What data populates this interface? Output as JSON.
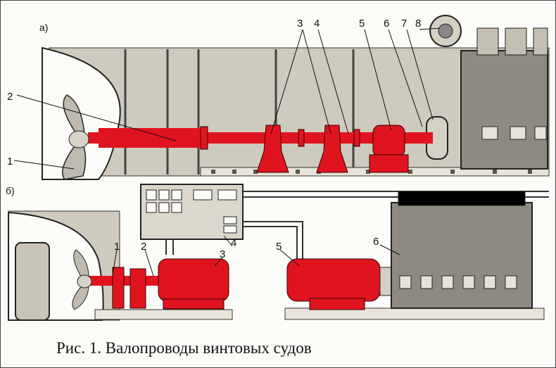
{
  "figure": {
    "caption": "Рис. 1. Валопроводы винтовых судов",
    "section_a": "а)",
    "section_b": "б)",
    "labels_a": [
      "1",
      "2",
      "3",
      "4",
      "5",
      "6",
      "7",
      "8"
    ],
    "labels_b": [
      "1",
      "2",
      "3",
      "4",
      "5",
      "6"
    ]
  },
  "colors": {
    "shaft_red": "#e0141e",
    "hull_gray": "#c9c4b8",
    "engine_gray": "#8e8a82",
    "outline": "#222222"
  }
}
